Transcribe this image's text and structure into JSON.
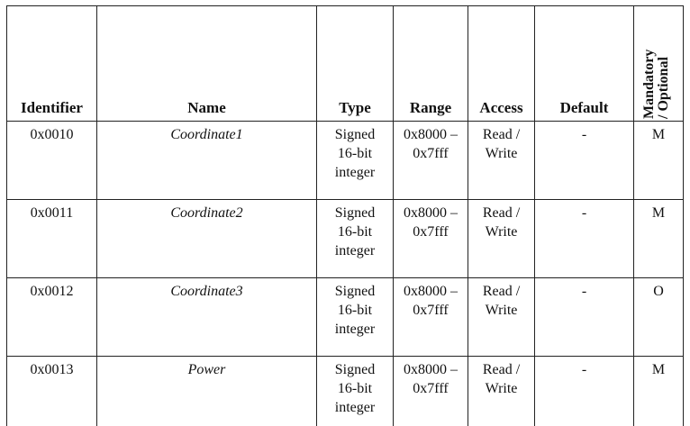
{
  "table": {
    "headers": {
      "identifier": "Identifier",
      "name": "Name",
      "type": "Type",
      "range": "Range",
      "access": "Access",
      "default": "Default",
      "mandatory_line1": "Mandatory",
      "mandatory_line2": "/ Optional"
    },
    "rows": [
      {
        "identifier": "0x0010",
        "name": "Coordinate1",
        "type_line1": "Signed",
        "type_line2": "16-bit",
        "type_line3": "integer",
        "range_line1": "0x8000 –",
        "range_line2": "0x7fff",
        "access_line1": "Read /",
        "access_line2": "Write",
        "default": "-",
        "mandatory": "M"
      },
      {
        "identifier": "0x0011",
        "name": "Coordinate2",
        "type_line1": "Signed",
        "type_line2": "16-bit",
        "type_line3": "integer",
        "range_line1": "0x8000 –",
        "range_line2": "0x7fff",
        "access_line1": "Read /",
        "access_line2": "Write",
        "default": "-",
        "mandatory": "M"
      },
      {
        "identifier": "0x0012",
        "name": "Coordinate3",
        "type_line1": "Signed",
        "type_line2": "16-bit",
        "type_line3": "integer",
        "range_line1": "0x8000 –",
        "range_line2": "0x7fff",
        "access_line1": "Read /",
        "access_line2": "Write",
        "default": "-",
        "mandatory": "O"
      },
      {
        "identifier": "0x0013",
        "name": "Power",
        "type_line1": "Signed",
        "type_line2": "16-bit",
        "type_line3": "integer",
        "range_line1": "0x8000 –",
        "range_line2": "0x7fff",
        "access_line1": "Read /",
        "access_line2": "Write",
        "default": "-",
        "mandatory": "M"
      }
    ]
  }
}
